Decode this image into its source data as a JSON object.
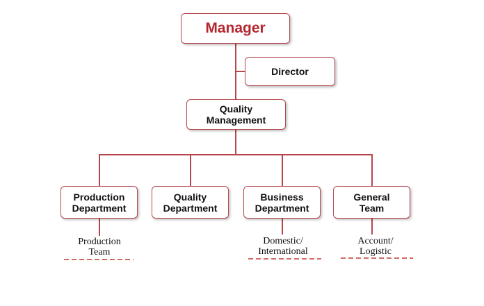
{
  "manager": {
    "label": "Manager"
  },
  "director": {
    "label": "Director"
  },
  "quality_management": {
    "line1": "Quality",
    "line2": "Management"
  },
  "departments": [
    {
      "line1": "Production",
      "line2": "Department",
      "sub_line1": "Production",
      "sub_line2": "Team"
    },
    {
      "line1": "Quality",
      "line2": "Department"
    },
    {
      "line1": "Business",
      "line2": "Department",
      "sub_line1": "Domestic/",
      "sub_line2": "International"
    },
    {
      "line1": "General",
      "line2": "Team",
      "sub_line1": "Account/",
      "sub_line2": "Logistic"
    }
  ],
  "colors": {
    "border": "#b5474c",
    "manager_text": "#b5262d",
    "dash": "#c0392b"
  }
}
